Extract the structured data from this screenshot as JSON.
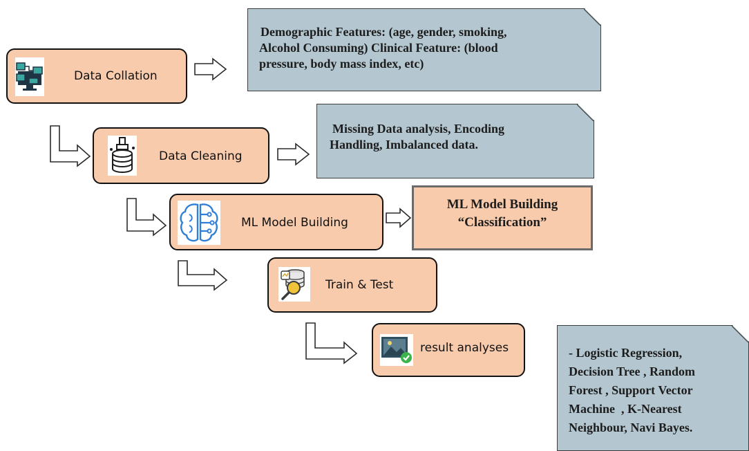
{
  "steps": {
    "data_collation": "Data Collation",
    "data_cleaning": "Data Cleaning",
    "ml_model_building": "ML Model Building",
    "train_test": "Train & Test",
    "result_analyses": "result analyses"
  },
  "notes": {
    "collation_detail": [
      "Demographic Features: (age, gender, smoking,",
      "Alcohol Consuming) Clinical Feature: (blood",
      "pressure, body mass index, etc)"
    ],
    "cleaning_detail": [
      "Missing Data analysis, Encoding",
      "Handling, Imbalanced data."
    ],
    "algorithms": [
      "- Logistic Regression,",
      "Decision Tree , Random",
      "Forest , Support Vector",
      "Machine  , K-Nearest",
      "Neighbour, Navi Bayes."
    ]
  },
  "classification_box": {
    "line1": "ML Model Building",
    "line2": "“Classification”"
  },
  "icons": [
    "computer-network-icon",
    "database-cleaning-icon",
    "brain-circuit-icon",
    "data-search-icon",
    "image-check-icon"
  ],
  "colors": {
    "step_fill": "#f8cbad",
    "note_fill": "#b4c7d0",
    "border": "#111111"
  }
}
